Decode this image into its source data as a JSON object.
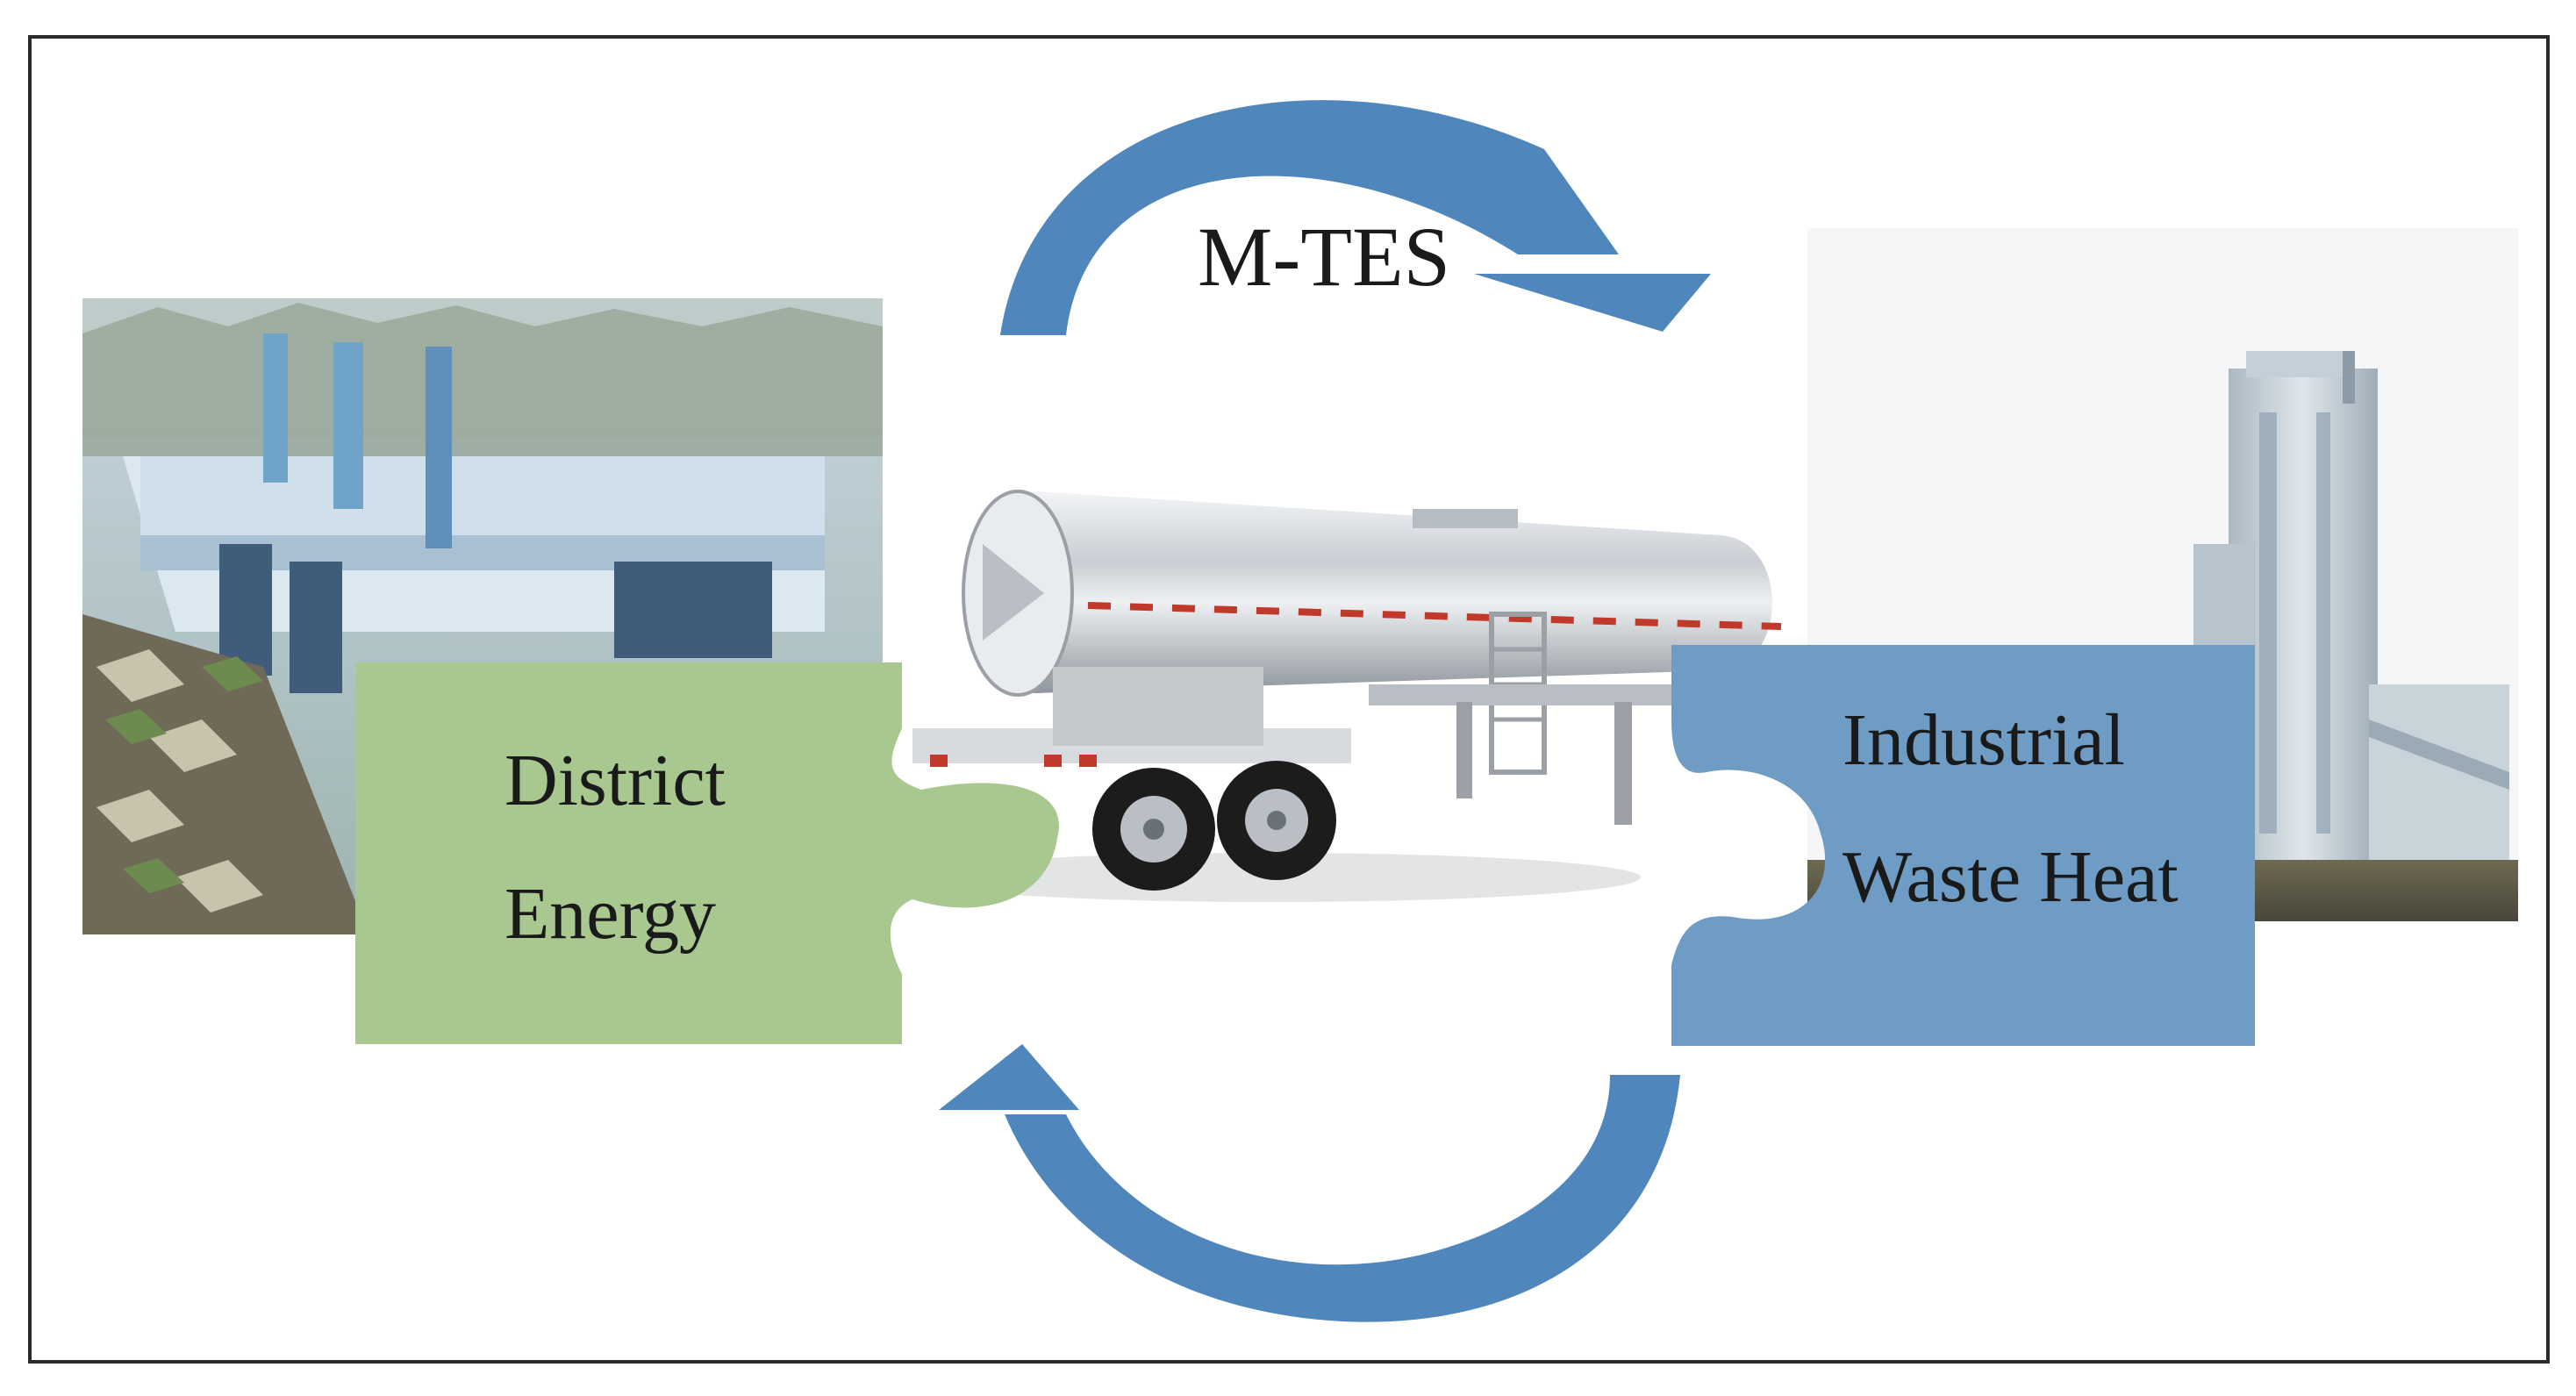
{
  "diagram": {
    "cycle_label": "M-TES",
    "district_energy": {
      "line1": "District",
      "line2": "Energy",
      "color": "#a8c890"
    },
    "industrial_waste_heat": {
      "line1": "Industrial",
      "line2": "Waste Heat",
      "color": "#6f9cc4"
    },
    "arrow_color": "#4f86bb",
    "images": {
      "left_photo": "district-energy-building",
      "center_photo": "tanker-trailer",
      "right_photo": "industrial-plant"
    }
  }
}
